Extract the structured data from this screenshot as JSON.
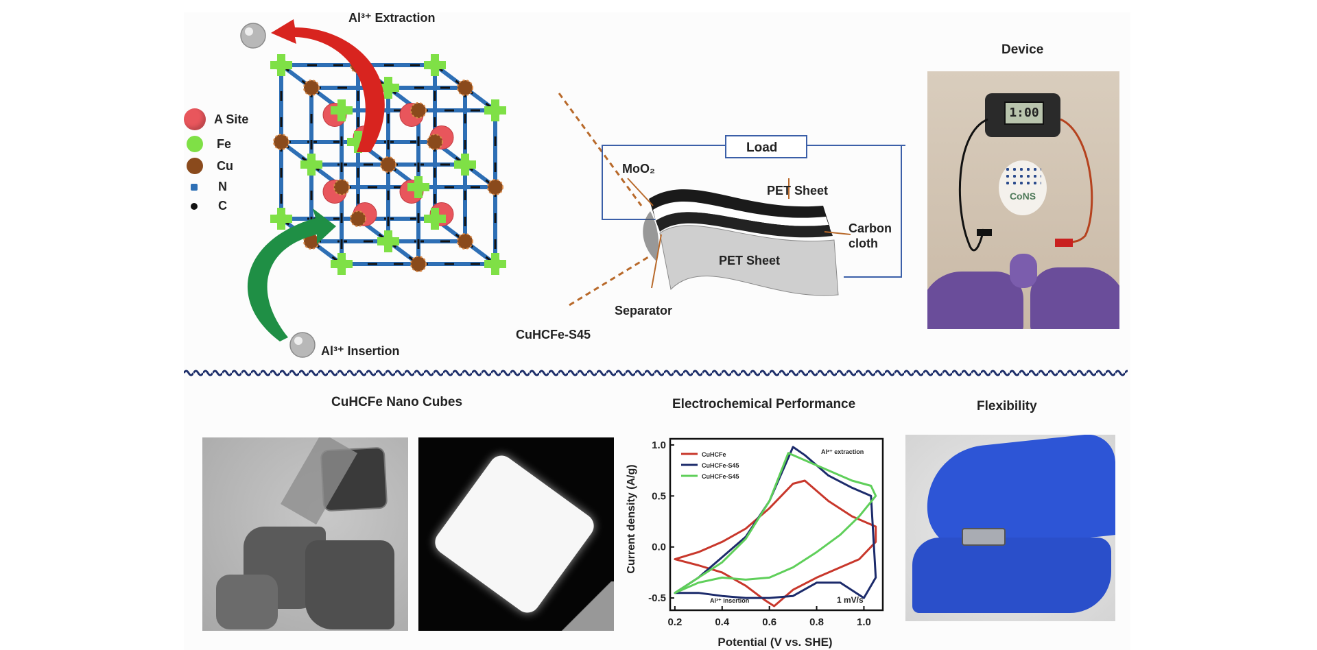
{
  "top": {
    "legend": {
      "a_site": "A Site",
      "fe": "Fe",
      "cu": "Cu",
      "n": "N",
      "c": "C"
    },
    "extraction_label": "Al³⁺ Extraction",
    "insertion_label": "Al³⁺ Insertion",
    "lattice_label": "CuHCFe-S45",
    "device_title": "Device",
    "meter_reading": "1:00",
    "logo_text": "CoNS",
    "colors": {
      "a_site": "#e8565c",
      "fe": "#7fe046",
      "cu": "#8a4a1c",
      "n": "#2e6fb5",
      "c": "#111111",
      "extraction_arrow": "#d8241f",
      "insertion_arrow": "#1f8f45"
    }
  },
  "battery": {
    "load": "Load",
    "moo2": "MoO₂",
    "pet_sheet_top": "PET Sheet",
    "pet_sheet_bottom": "PET Sheet",
    "carbon_cloth": "Carbon\ncloth",
    "separator": "Separator"
  },
  "bottom": {
    "nano_title": "CuHCFe Nano Cubes",
    "perf_title": "Electrochemical Performance",
    "flex_title": "Flexibility"
  },
  "chart_data": {
    "type": "line",
    "xlabel": "Potential (V vs. SHE)",
    "ylabel": "Current density (A/g)",
    "xlim": [
      0.18,
      1.08
    ],
    "ylim": [
      -0.62,
      1.06
    ],
    "xticks": [
      "0.2",
      "0.4",
      "0.6",
      "0.8",
      "1.0"
    ],
    "yticks": [
      "-0.5",
      "0.0",
      "0.5",
      "1.0"
    ],
    "annotation_extraction": "Al³⁺ extraction",
    "annotation_insertion": "Al³⁺ insertion",
    "scan_rate": "1 mV/s",
    "series": [
      {
        "name": "CuHCFe",
        "color": "#c8372b",
        "x": [
          0.2,
          0.3,
          0.4,
          0.5,
          0.6,
          0.7,
          0.75,
          0.85,
          0.95,
          1.05,
          1.05,
          0.98,
          0.9,
          0.8,
          0.7,
          0.62,
          0.58,
          0.5,
          0.4,
          0.3,
          0.2
        ],
        "y": [
          -0.12,
          -0.05,
          0.05,
          0.18,
          0.38,
          0.62,
          0.65,
          0.45,
          0.3,
          0.2,
          0.05,
          -0.12,
          -0.2,
          -0.3,
          -0.42,
          -0.58,
          -0.52,
          -0.38,
          -0.25,
          -0.18,
          -0.12
        ]
      },
      {
        "name": "CuHCFe-S45",
        "color": "#1c2b6b",
        "x": [
          0.2,
          0.3,
          0.4,
          0.5,
          0.6,
          0.7,
          0.75,
          0.85,
          0.95,
          1.03,
          1.05,
          1.0,
          0.9,
          0.8,
          0.7,
          0.6,
          0.5,
          0.4,
          0.3,
          0.2
        ],
        "y": [
          -0.45,
          -0.3,
          -0.1,
          0.1,
          0.45,
          0.98,
          0.9,
          0.7,
          0.58,
          0.5,
          -0.3,
          -0.5,
          -0.35,
          -0.35,
          -0.48,
          -0.5,
          -0.5,
          -0.48,
          -0.45,
          -0.45
        ]
      },
      {
        "name": "CuHCFe-S45",
        "color": "#5fcf5a",
        "x": [
          0.2,
          0.3,
          0.4,
          0.5,
          0.6,
          0.68,
          0.75,
          0.85,
          0.95,
          1.03,
          1.05,
          0.98,
          0.9,
          0.8,
          0.7,
          0.6,
          0.5,
          0.4,
          0.3,
          0.2
        ],
        "y": [
          -0.45,
          -0.3,
          -0.15,
          0.08,
          0.45,
          0.92,
          0.85,
          0.75,
          0.65,
          0.6,
          0.5,
          0.3,
          0.12,
          -0.05,
          -0.2,
          -0.3,
          -0.32,
          -0.3,
          -0.35,
          -0.45
        ]
      }
    ]
  }
}
